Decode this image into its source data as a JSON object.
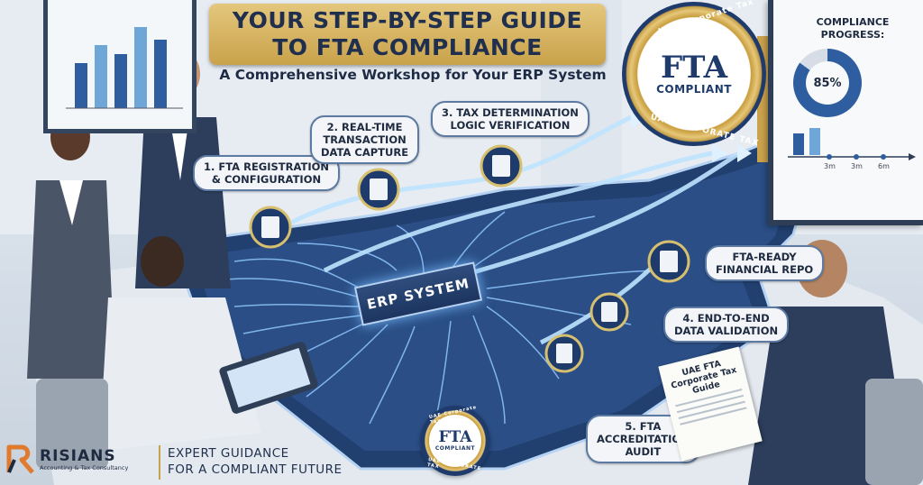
{
  "title": {
    "line1": "YOUR STEP-BY-STEP GUIDE",
    "line2": "TO FTA COMPLIANCE"
  },
  "subtitle": "A Comprehensive Workshop for Your ERP System",
  "steps": [
    {
      "line1": "1. FTA REGISTRATION",
      "line2": "& CONFIGURATION"
    },
    {
      "line1": "2. REAL-TIME",
      "line2": "TRANSACTION",
      "line3": "DATA CAPTURE"
    },
    {
      "line1": "3. TAX DETERMINATION",
      "line2": "LOGIC VERIFICATION"
    },
    {
      "line1": "FTA-READY",
      "line2": "FINANCIAL REPO"
    },
    {
      "line1": "4. END-TO-END",
      "line2": "DATA VALIDATION"
    },
    {
      "line1": "5. FTA",
      "line2": "ACCREDITATION",
      "line3": "AUDIT"
    }
  ],
  "erp_label": "ERP SYSTEM",
  "badge": {
    "arc_top": "UAE Corporate Tax",
    "center": "FTA",
    "subtitle": "COMPLIANT",
    "arc_bottom": "UAE CORPORATE TAX"
  },
  "small_badge": {
    "arc_top": "UAE Corporate Tax",
    "center": "FTA",
    "subtitle": "COMPLIANT",
    "arc_bottom": "UAE CORPORATE TAX"
  },
  "progress": {
    "title_line1": "COMPLIANCE",
    "title_line2": "PROGRESS:",
    "value_label": "85%",
    "value": 85,
    "axis_labels": [
      "3m",
      "3m",
      "6m"
    ],
    "colors": {
      "fill": "#2e5da0",
      "track": "#d6dde6"
    }
  },
  "paper": {
    "line1": "UAE FTA",
    "line2": "Corporate Tax",
    "line3": "Guide"
  },
  "footer": {
    "brand": "RISIANS",
    "tagline": "Accounting & Tax Consultancy",
    "slogan_line1": "EXPERT GUIDANCE",
    "slogan_line2": "FOR A COMPLIANT FUTURE"
  },
  "colors": {
    "gold": "#c9a24b",
    "navy": "#1f3b6c",
    "glow": "#7fc4ff"
  }
}
